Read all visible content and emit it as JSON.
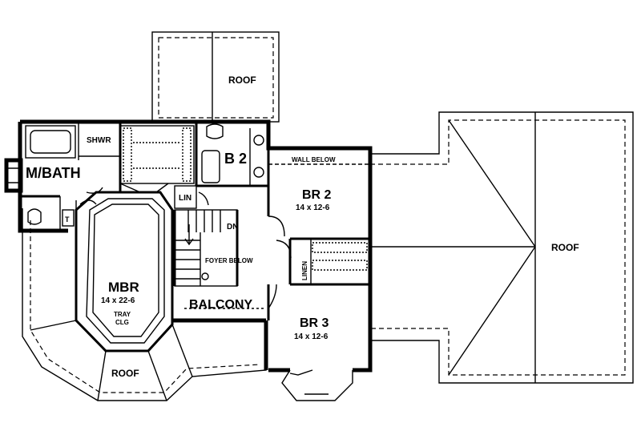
{
  "labels": {
    "roof_top": "ROOF",
    "roof_right": "ROOF",
    "roof_bottom": "ROOF",
    "m_bath": "M/BATH",
    "shwr": "SHWR",
    "b2": "B 2",
    "wall_below": "WALL BELOW",
    "lin": "LIN",
    "dn": "DN",
    "foyer_below": "FOYER BELOW",
    "linen": "LINEN",
    "t": "T",
    "balcony": "BALCONY"
  },
  "rooms": {
    "br2": {
      "name": "BR 2",
      "size": "14 x 12-6"
    },
    "br3": {
      "name": "BR 3",
      "size": "14 x 12-6"
    },
    "mbr": {
      "name": "MBR",
      "size": "14 x 22-6",
      "ceiling_line1": "TRAY",
      "ceiling_line2": "CLG"
    }
  }
}
